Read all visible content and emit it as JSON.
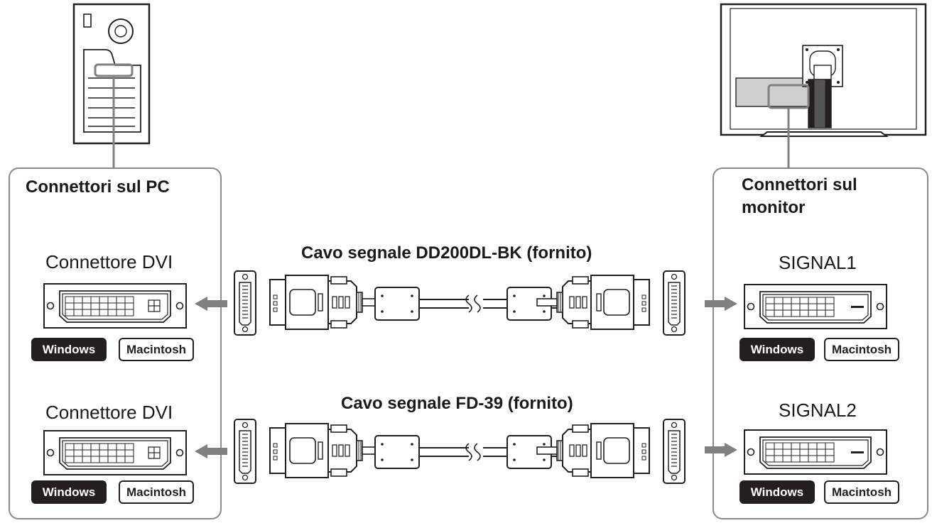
{
  "pc_panel": {
    "title": "Connettori sul PC",
    "rows": [
      {
        "connector_label": "Connettore DVI",
        "badges": [
          "Windows",
          "Macintosh"
        ]
      },
      {
        "connector_label": "Connettore DVI",
        "badges": [
          "Windows",
          "Macintosh"
        ]
      }
    ]
  },
  "monitor_panel": {
    "title": "Connettori sul monitor",
    "rows": [
      {
        "connector_label": "SIGNAL1",
        "badges": [
          "Windows",
          "Macintosh"
        ]
      },
      {
        "connector_label": "SIGNAL2",
        "badges": [
          "Windows",
          "Macintosh"
        ]
      }
    ]
  },
  "cables": [
    {
      "title": "Cavo segnale DD200DL-BK (fornito)"
    },
    {
      "title": "Cavo segnale FD-39 (fornito)"
    }
  ],
  "colors": {
    "line": "#231f20",
    "panel_border": "#8a8a8a",
    "arrow": "#808080",
    "badge_dark": "#231f20",
    "monitor_fill": "#cfcfcf"
  }
}
